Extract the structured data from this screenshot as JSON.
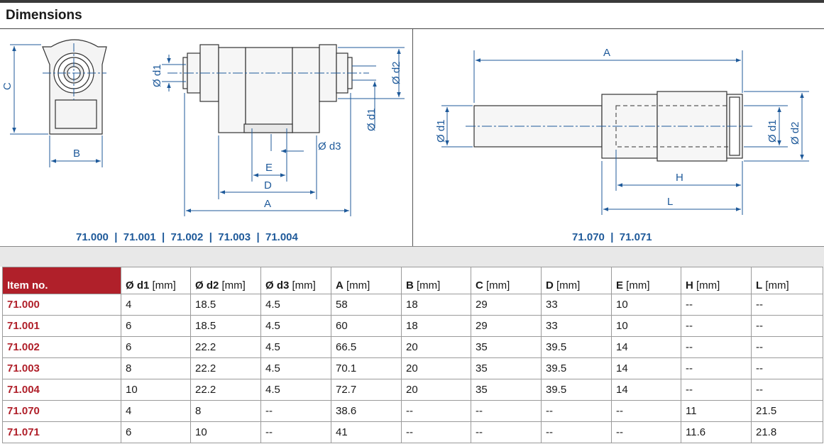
{
  "section_title": "Dimensions",
  "captions": {
    "left": "71.000  |  71.001  |  71.002  |  71.003  |  71.004",
    "right": "71.070  |  71.071"
  },
  "drawing_labels": {
    "C": "C",
    "B": "B",
    "d1": "Ø d1",
    "d2": "Ø d2",
    "d3": "Ø d3",
    "E": "E",
    "D": "D",
    "A": "A",
    "H": "H",
    "L": "L"
  },
  "table": {
    "headers": [
      {
        "sym": "Item no.",
        "unit": ""
      },
      {
        "sym": "Ø d1",
        "unit": " [mm]"
      },
      {
        "sym": "Ø d2",
        "unit": " [mm]"
      },
      {
        "sym": "Ø d3",
        "unit": " [mm]"
      },
      {
        "sym": "A",
        "unit": " [mm]"
      },
      {
        "sym": "B",
        "unit": " [mm]"
      },
      {
        "sym": "C",
        "unit": " [mm]"
      },
      {
        "sym": "D",
        "unit": " [mm]"
      },
      {
        "sym": "E",
        "unit": " [mm]"
      },
      {
        "sym": "H",
        "unit": " [mm]"
      },
      {
        "sym": "L",
        "unit": " [mm]"
      }
    ],
    "rows": [
      [
        "71.000",
        "4",
        "18.5",
        "4.5",
        "58",
        "18",
        "29",
        "33",
        "10",
        "--",
        "--"
      ],
      [
        "71.001",
        "6",
        "18.5",
        "4.5",
        "60",
        "18",
        "29",
        "33",
        "10",
        "--",
        "--"
      ],
      [
        "71.002",
        "6",
        "22.2",
        "4.5",
        "66.5",
        "20",
        "35",
        "39.5",
        "14",
        "--",
        "--"
      ],
      [
        "71.003",
        "8",
        "22.2",
        "4.5",
        "70.1",
        "20",
        "35",
        "39.5",
        "14",
        "--",
        "--"
      ],
      [
        "71.004",
        "10",
        "22.2",
        "4.5",
        "72.7",
        "20",
        "35",
        "39.5",
        "14",
        "--",
        "--"
      ],
      [
        "71.070",
        "4",
        "8",
        "--",
        "38.6",
        "--",
        "--",
        "--",
        "--",
        "11",
        "21.5"
      ],
      [
        "71.071",
        "6",
        "10",
        "--",
        "41",
        "--",
        "--",
        "--",
        "--",
        "11.6",
        "21.8"
      ]
    ]
  },
  "colors": {
    "dimension_blue": "#1f5a9a",
    "item_red": "#b0202a",
    "outline": "#333333"
  }
}
